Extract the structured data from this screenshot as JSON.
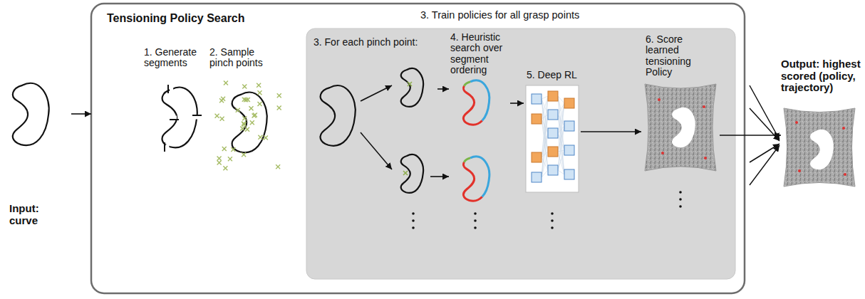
{
  "diagram": {
    "nodes": [
      {
        "text": [
          "Input: curve"
        ]
      },
      {
        "text": [
          "Tensioning Policy Search"
        ]
      },
      {
        "text": [
          "1. Generate segments"
        ],
        "in": 1
      },
      {
        "text": [
          "2. Sample pinch points"
        ],
        "in": 1
      },
      {
        "text": [
          "3. Train policies for all grasp points"
        ],
        "in": 1
      },
      {
        "text": [
          "3. For each pinch point:"
        ],
        "in": 4
      },
      {
        "text": [
          "4. Heuristic search over segment ordering"
        ],
        "in": 4
      },
      {
        "text": [
          "5. Deep RL"
        ],
        "in": 4
      },
      {
        "text": [
          "6. Score learned tensioning Policy"
        ],
        "in": 4
      },
      {
        "text": [
          "Output: highest scored (policy, trajectory)"
        ]
      }
    ],
    "edges": [
      {
        "from": 0,
        "to": 1,
        "arrow": "to"
      },
      {
        "from": 5,
        "to": 6,
        "arrow": "to"
      },
      {
        "from": 6,
        "to": 7,
        "arrow": "to"
      },
      {
        "from": 7,
        "to": 8,
        "arrow": "to"
      },
      {
        "from": 8,
        "to": 9,
        "arrow": "to"
      }
    ]
  }
}
